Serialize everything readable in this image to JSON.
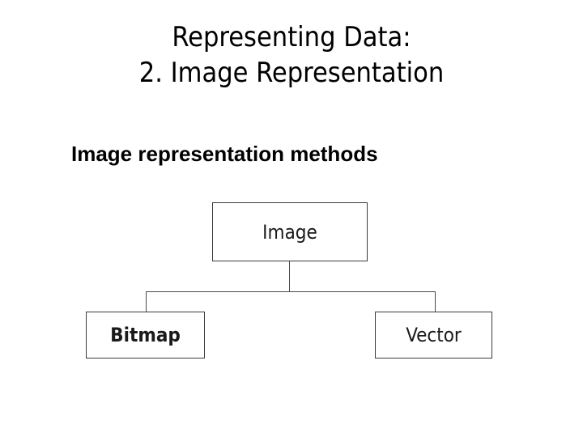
{
  "slide": {
    "title_lines": [
      "Representing Data:",
      "2. Image Representation"
    ],
    "section_heading": "Image representation methods"
  },
  "diagram": {
    "type": "hierarchy-tree",
    "orientation": "top-down",
    "root": {
      "id": "image",
      "label": "Image",
      "font_weight": "regular"
    },
    "children": [
      {
        "id": "bitmap",
        "label": "Bitmap",
        "font_weight": "bold"
      },
      {
        "id": "vector",
        "label": "Vector",
        "font_weight": "regular"
      }
    ],
    "style": {
      "box_fill": "#ffffff",
      "box_border": "#3b3b3b",
      "shadow_color": "#000000",
      "connector_color": "#4a4a4a",
      "text_color": "#1a1a1a",
      "background": "#ffffff"
    }
  }
}
